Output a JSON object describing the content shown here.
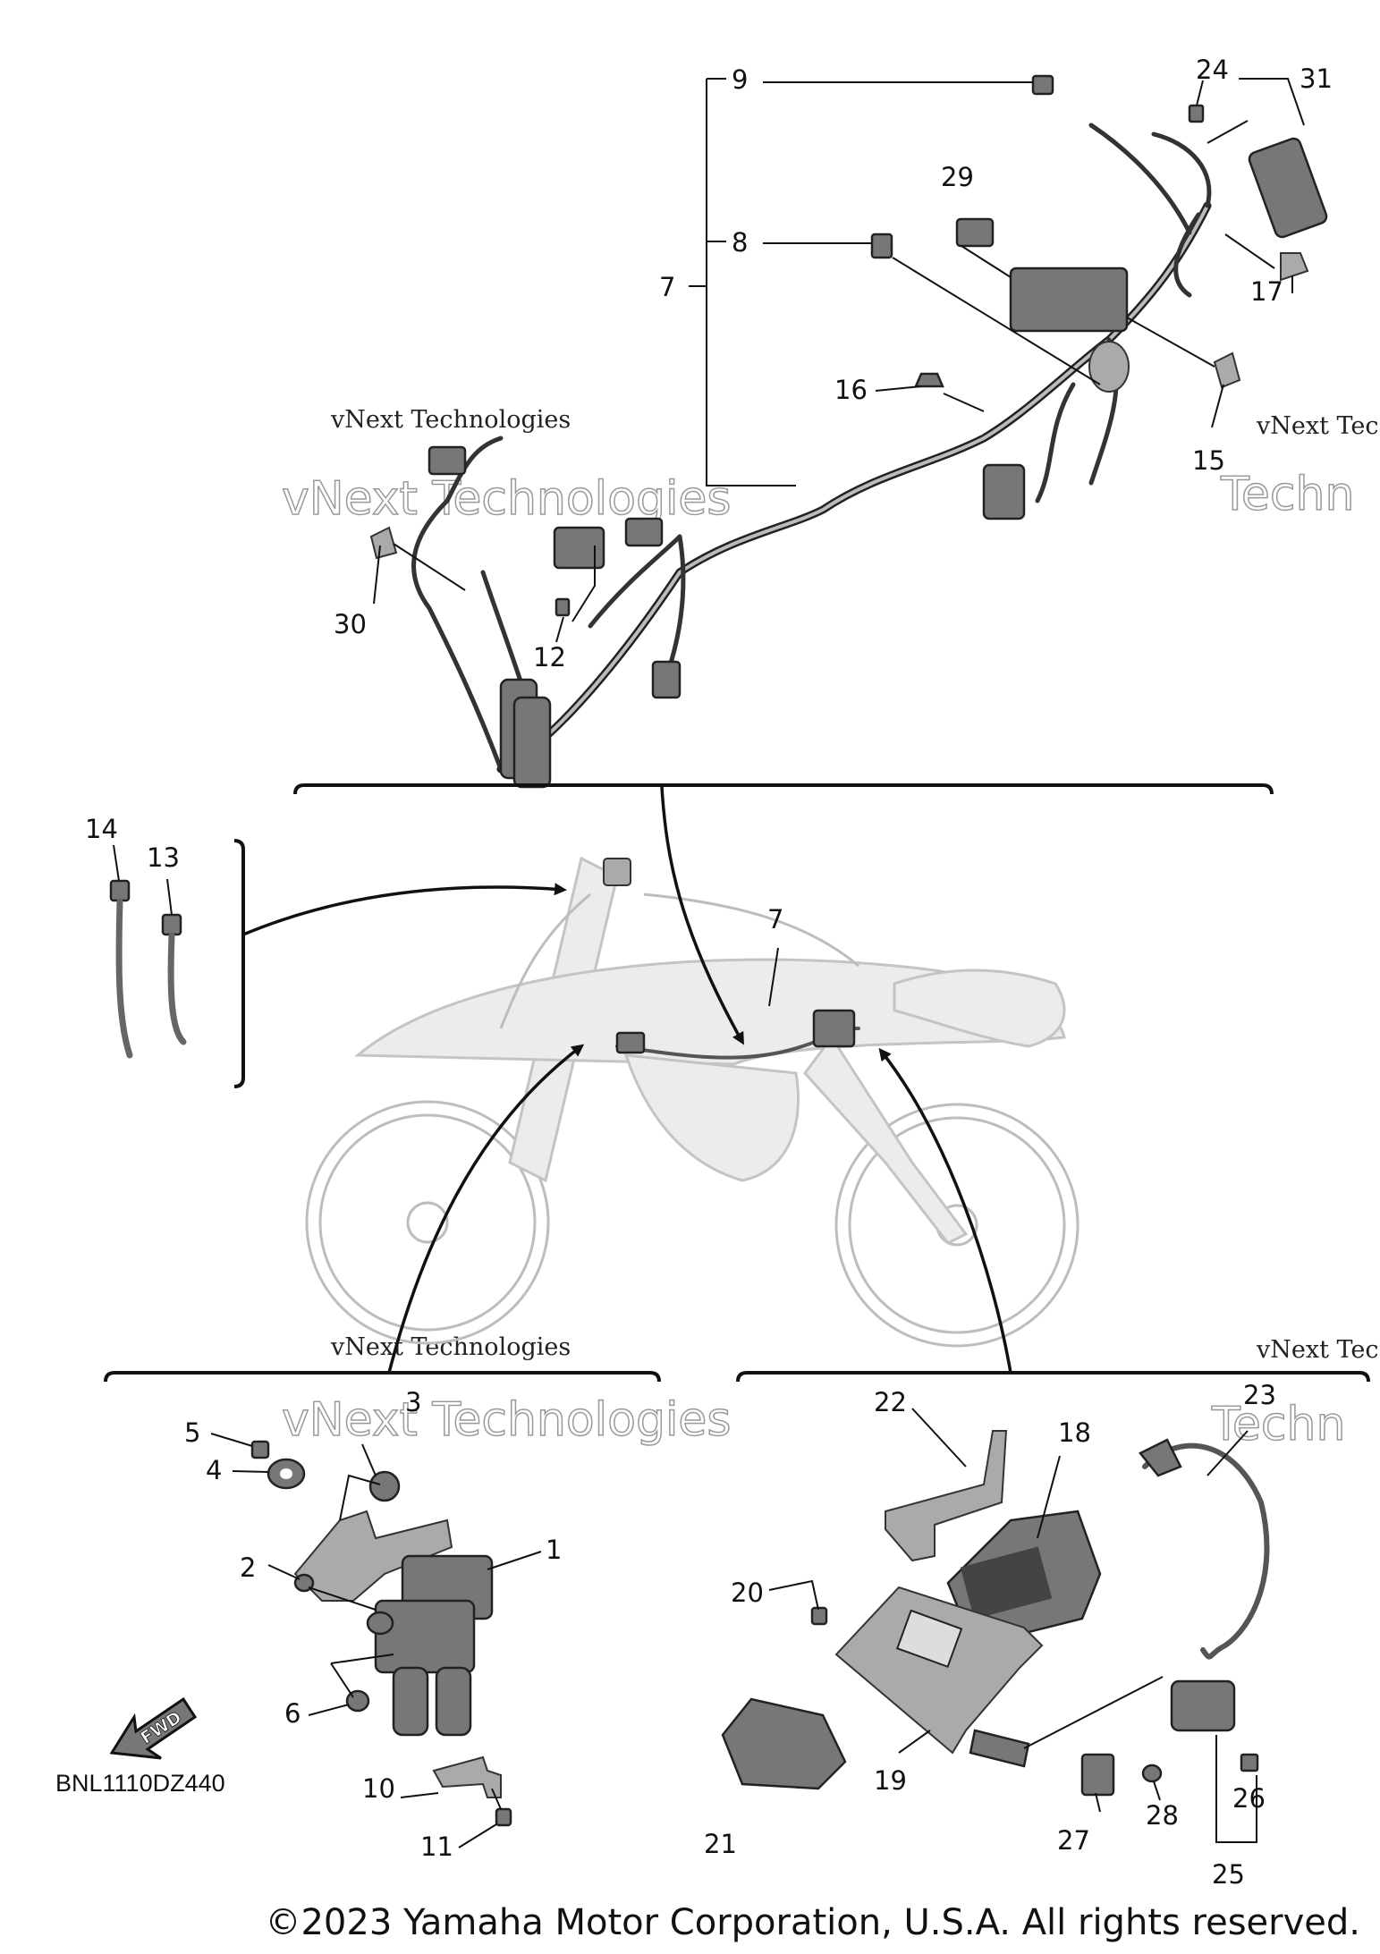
{
  "diagram_code": "BNL1110DZ440",
  "copyright": "©2023 Yamaha Motor Corporation, U.S.A. All rights reserved.",
  "fwd_label": "FWD",
  "watermark_line1": "vNext Technologies",
  "watermark_line2": "vNext Technologies",
  "watermark_partial_line1": "vNext Tec",
  "watermark_partial_line2": "Techn",
  "callouts": {
    "c1": "1",
    "c2": "2",
    "c3": "3",
    "c4": "4",
    "c5": "5",
    "c6": "6",
    "c7": "7",
    "c7b": "7",
    "c8": "8",
    "c9": "9",
    "c10": "10",
    "c11": "11",
    "c12": "12",
    "c13": "13",
    "c14": "14",
    "c15": "15",
    "c16": "16",
    "c17": "17",
    "c18": "18",
    "c19": "19",
    "c20": "20",
    "c21": "21",
    "c22": "22",
    "c23": "23",
    "c24": "24",
    "c25": "25",
    "c26": "26",
    "c27": "27",
    "c28": "28",
    "c29": "29",
    "c30": "30",
    "c31": "31"
  },
  "colors": {
    "ink": "#111111",
    "part": "#777777",
    "bike": "#bdbdbd"
  }
}
